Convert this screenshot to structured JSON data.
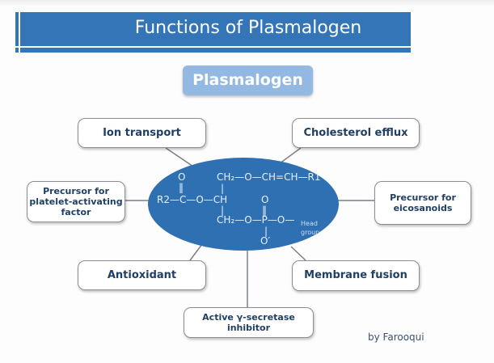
{
  "slide": {
    "title": "Functions of Plasmalogen",
    "center_label": "Plasmalogen",
    "credit": "by Farooqui"
  },
  "functions": [
    {
      "id": "ion-transport",
      "label": "Ion transport"
    },
    {
      "id": "cholesterol-efflux",
      "label": "Cholesterol efflux"
    },
    {
      "id": "paf-precursor",
      "label": "Precursor for platelet-activating factor"
    },
    {
      "id": "eicosanoids-precursor",
      "label": "Precursor for eicosanoids"
    },
    {
      "id": "antioxidant",
      "label": "Antioxidant"
    },
    {
      "id": "membrane-fusion",
      "label": "Membrane fusion"
    },
    {
      "id": "gamma-secretase",
      "label": "Active γ-secretase inhibitor"
    }
  ],
  "structure": {
    "row1": "CH₂—O—CH=CH—R1",
    "carbonyl_o": "O",
    "double_bond_left": "‖",
    "row2": "R2—C—O—CH",
    "phosphate_o": "O",
    "double_bond_right": "‖",
    "row3": "CH₂—O—P—O—",
    "head_group": "Head group",
    "o_minus": "O′",
    "bond_v1": "|",
    "bond_v2": "|",
    "bond_v3": "|"
  }
}
